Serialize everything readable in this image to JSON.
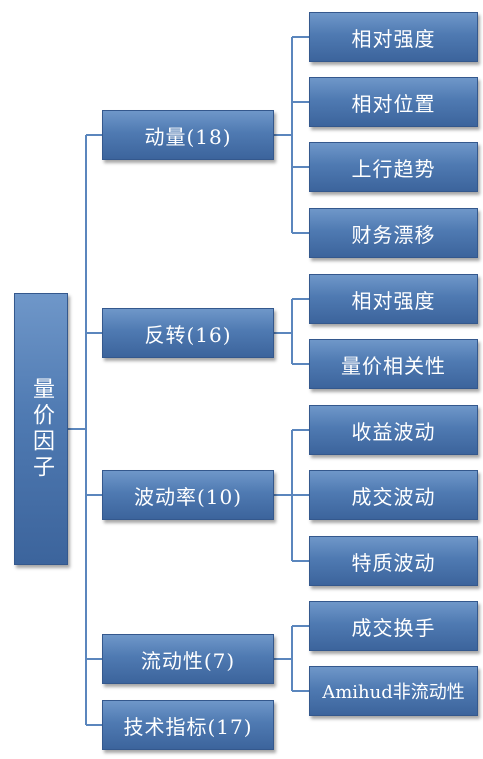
{
  "root": {
    "label": "量价因子"
  },
  "groups": [
    {
      "label": "动量(18)",
      "leaves": [
        "相对强度",
        "相对位置",
        "上行趋势",
        "财务漂移"
      ]
    },
    {
      "label": "反转(16)",
      "leaves": [
        "相对强度",
        "量价相关性"
      ]
    },
    {
      "label": "波动率(10)",
      "leaves": [
        "收益波动",
        "成交波动",
        "特质波动"
      ]
    },
    {
      "label": "流动性(7)",
      "leaves": [
        "成交换手",
        "Amihud非流动性"
      ]
    },
    {
      "label": "技术指标(17)",
      "leaves": []
    }
  ],
  "colors": {
    "box": "#4f7ab2",
    "line": "#5b86bd",
    "text": "#ffffff"
  }
}
